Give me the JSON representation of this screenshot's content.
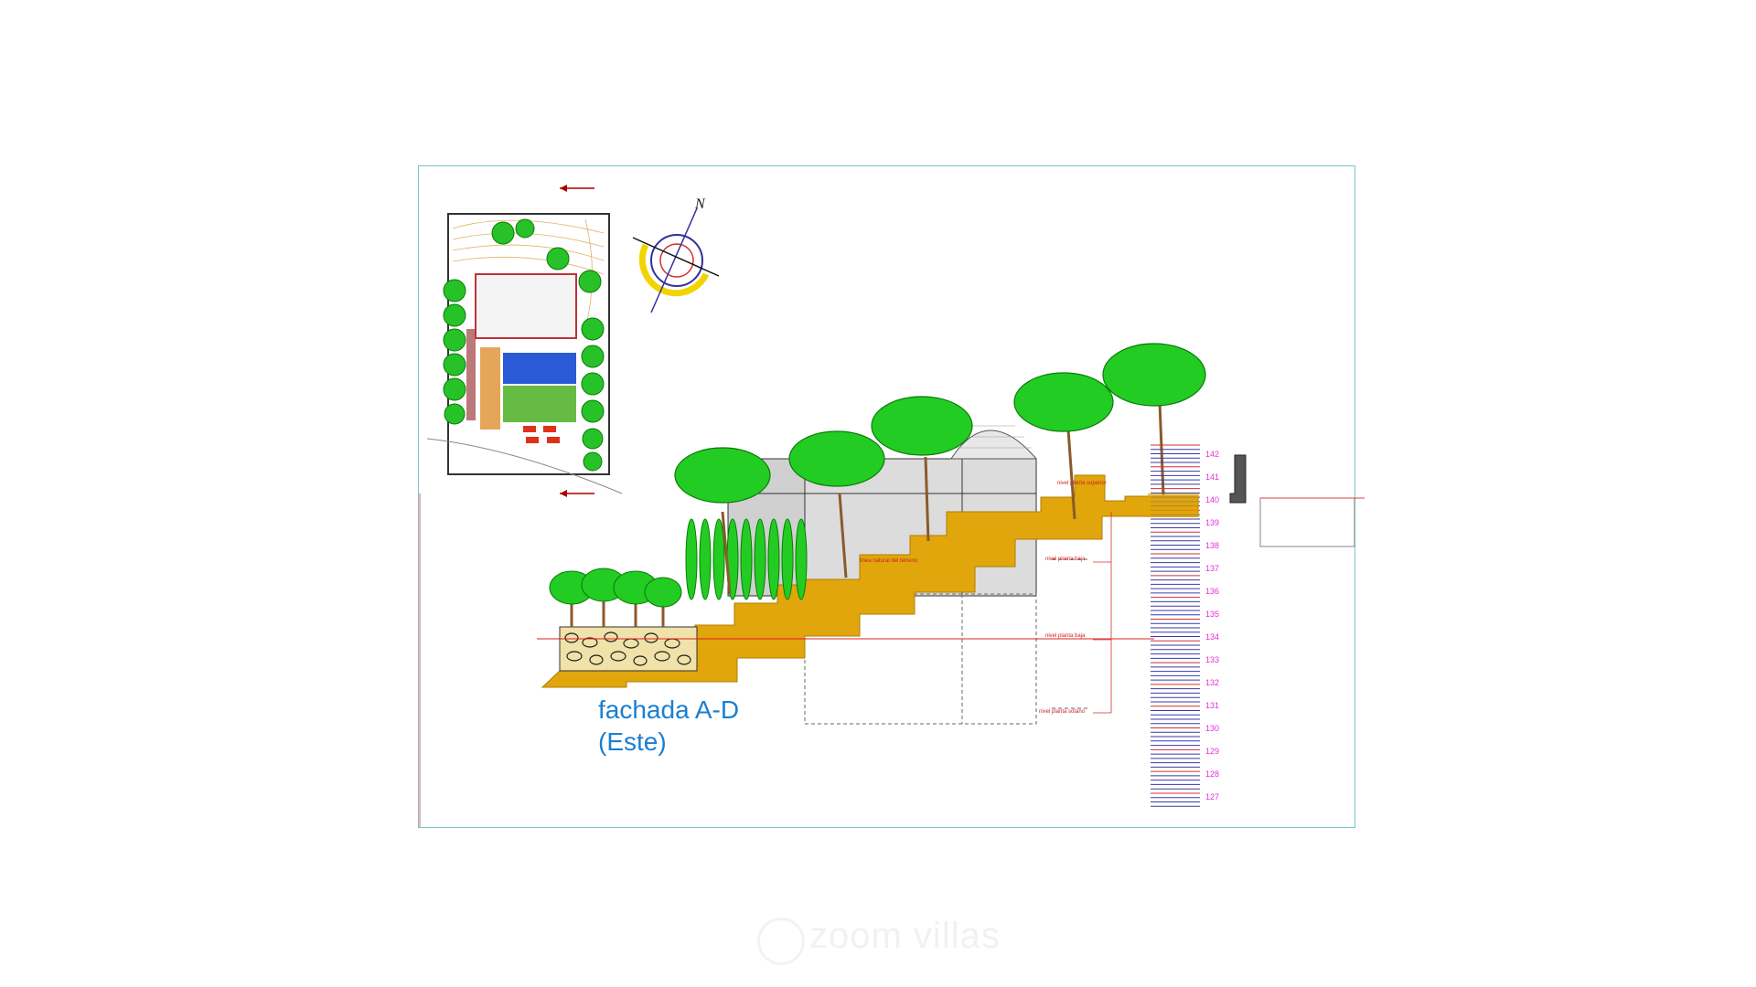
{
  "caption": {
    "line1": "fachada A-D",
    "line2": "(Este)"
  },
  "compass": {
    "north_label": "N"
  },
  "level_scale": {
    "labels": [
      "142",
      "141",
      "140",
      "139",
      "138",
      "137",
      "136",
      "135",
      "134",
      "133",
      "132",
      "131",
      "130",
      "129",
      "128",
      "127"
    ],
    "color": "#e62fd8"
  },
  "annotations": {
    "terrain": "linea natural del terreno",
    "upper_floor": "nivel planta superior",
    "ground_floor": "nivel planta baja",
    "lower_floor": "nivel planta baja",
    "basement": "nivel planta sotano"
  },
  "watermark": {
    "text": "zoom villas"
  },
  "colors": {
    "terrain": "#e0a60c",
    "tree_canopy": "#22cc22",
    "trunk": "#8b5a2b",
    "section_line": "#e02020",
    "frame": "#7cc4cc",
    "caption": "#1a7fd0",
    "scale_lines": "#3a3aa8"
  }
}
